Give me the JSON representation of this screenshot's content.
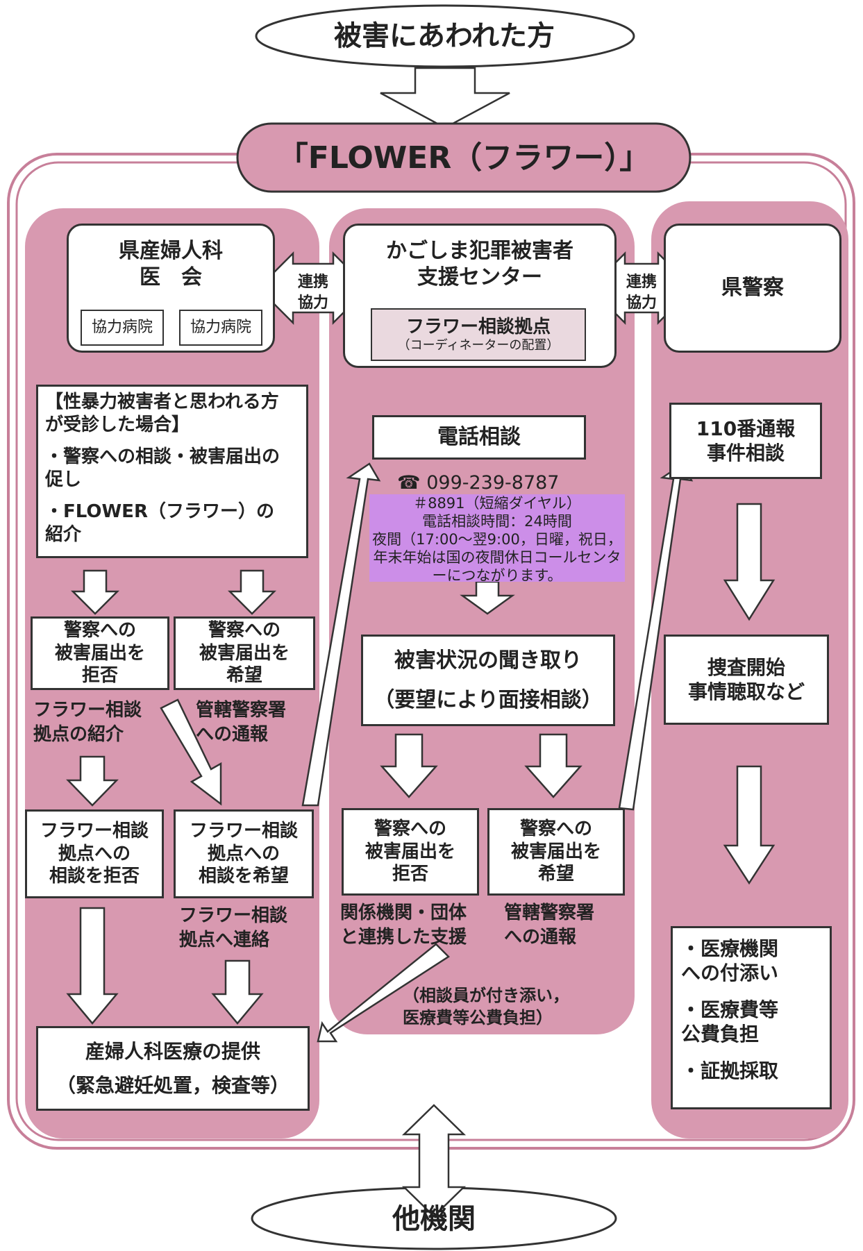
{
  "victim": "被害にあわれた方",
  "flower": "「FLOWER（フラワー）」",
  "other_orgs": "他機関",
  "link_label_1": "連携\n協力",
  "link_label_2": "連携\n協力",
  "left": {
    "ob_association_line1": "県産婦人科",
    "ob_association_line2": "医　会",
    "hospital_1": "協力病院",
    "hospital_2": "協力病院",
    "case_heading": "【性暴力被害者と思われる方\nが受診した場合】",
    "case_item_1": "・警察への相談・被害届出の\n促し",
    "case_item_2": "・FLOWER（フラワー）の\n紹介",
    "refuse_report": "警察への\n被害届出を\n拒否",
    "want_report": "警察への\n被害届出を\n希望",
    "intro_flower": "フラワー相談\n拠点の紹介",
    "notify_police": "管轄警察署\nへの通報",
    "refuse_consult": "フラワー相談\n拠点への\n相談を拒否",
    "want_consult": "フラワー相談\n拠点への\n相談を希望",
    "contact_flower": "フラワー相談\n拠点へ連絡",
    "provide_care_1": "産婦人科医療の提供",
    "provide_care_2": "（緊急避妊処置，検査等）"
  },
  "center": {
    "support_center": "かごしま犯罪被害者\n支援センター",
    "hub_title": "フラワー相談拠点",
    "hub_sub": "（コーディネーターの配置）",
    "phone_consult": "電話相談",
    "phone_number": "☎ 099-239-8787",
    "note_line1": "＃8891（短縮ダイヤル）",
    "note_line2": "電話相談時間：24時間",
    "note_line3": "夜間（17:00～翌9:00，日曜，祝日，年末年始は国の夜間休日コールセンターにつながります。",
    "hearing_1": "被害状況の聞き取り",
    "hearing_2": "（要望により面接相談）",
    "refuse_report": "警察への\n被害届出を\n拒否",
    "want_report": "警察への\n被害届出を\n希望",
    "coop_support": "関係機関・団体\nと連携した支援",
    "notify_police": "管轄警察署\nへの通報",
    "accompany": "（相談員が付き添い，\n医療費等公費負担）"
  },
  "right": {
    "police": "県警察",
    "report_110": "110番通報\n事件相談",
    "investigation": "捜査開始\n事情聴取など",
    "item_1": "・医療機関\nへの付添い",
    "item_2": "・医療費等\n公費負担",
    "item_3": "・証拠採取"
  },
  "colors": {
    "pink_fill": "#d899b0",
    "pink_light": "#e9bcca",
    "note_purple": "#cc8ee8",
    "hub_fill": "#ead9df"
  }
}
